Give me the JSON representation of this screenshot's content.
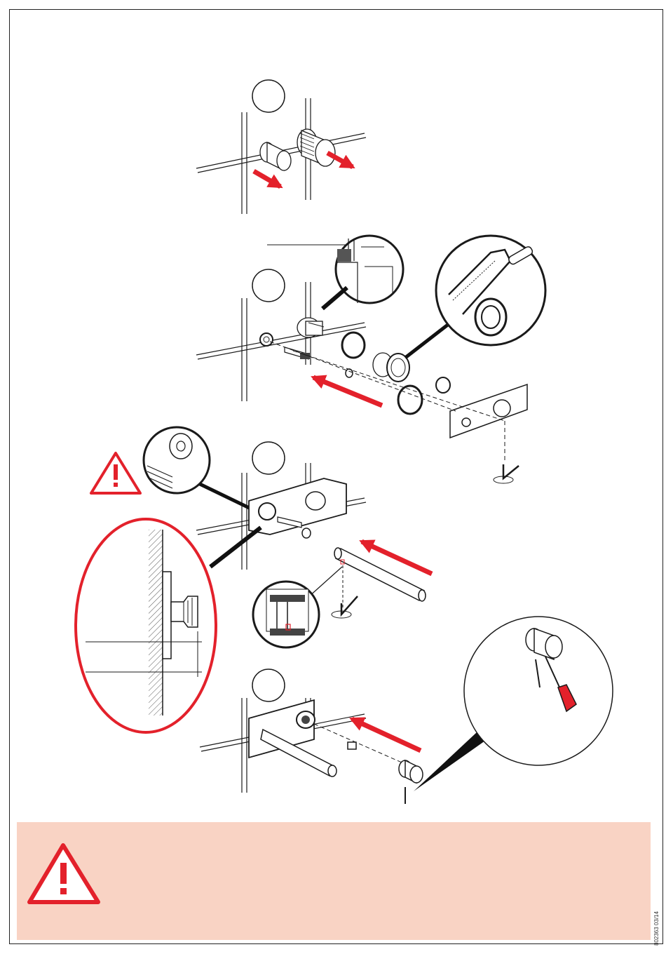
{
  "document": {
    "code": "802363 03/14"
  },
  "colors": {
    "accent_red": "#e3212b",
    "warning_fill": "#f9d3c4",
    "line": "#1a1a1a"
  },
  "steps": [
    {
      "id": "step-1",
      "icon": "blank-step-circle"
    },
    {
      "id": "step-2",
      "icon": "blank-step-circle"
    },
    {
      "id": "step-3",
      "icon": "blank-step-circle"
    },
    {
      "id": "step-4",
      "icon": "blank-step-circle"
    }
  ],
  "warnings": [
    {
      "icon": "warning-triangle-icon"
    },
    {
      "icon": "warning-triangle-icon"
    }
  ]
}
